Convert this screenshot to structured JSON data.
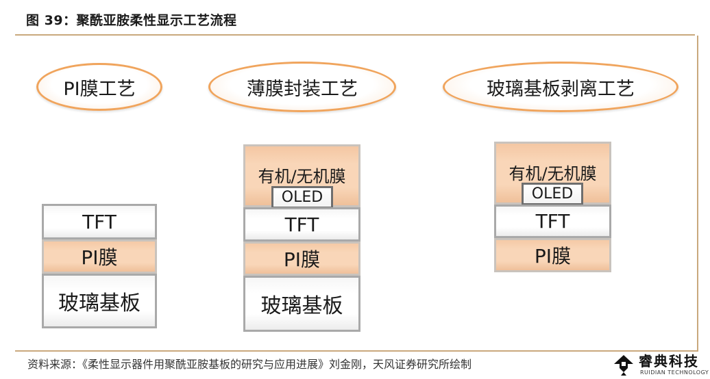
{
  "title": "图 39：聚酰亚胺柔性显示工艺流程",
  "stages": [
    {
      "label": "PI膜工艺",
      "layers": [
        "TFT",
        "PI膜",
        "玻璃基板"
      ]
    },
    {
      "label": "薄膜封装工艺",
      "top_film": "有机/无机膜",
      "oled": "OLED",
      "layers": [
        "TFT",
        "PI膜",
        "玻璃基板"
      ]
    },
    {
      "label": "玻璃基板剥离工艺",
      "top_film": "有机/无机膜",
      "oled": "OLED",
      "layers": [
        "TFT",
        "PI膜"
      ]
    }
  ],
  "source": "资料来源：《柔性显示器件用聚酰亚胺基板的研究与应用进展》刘金刚，天风证券研究所绘制",
  "brand": {
    "name": "睿典科技",
    "sub": "RUIDIAN TECHNOLOGY"
  },
  "colors": {
    "accent_rule": "#c9a87c",
    "ellipse_border": "#f0a45c",
    "peach_layer": "#f9d6b8"
  }
}
